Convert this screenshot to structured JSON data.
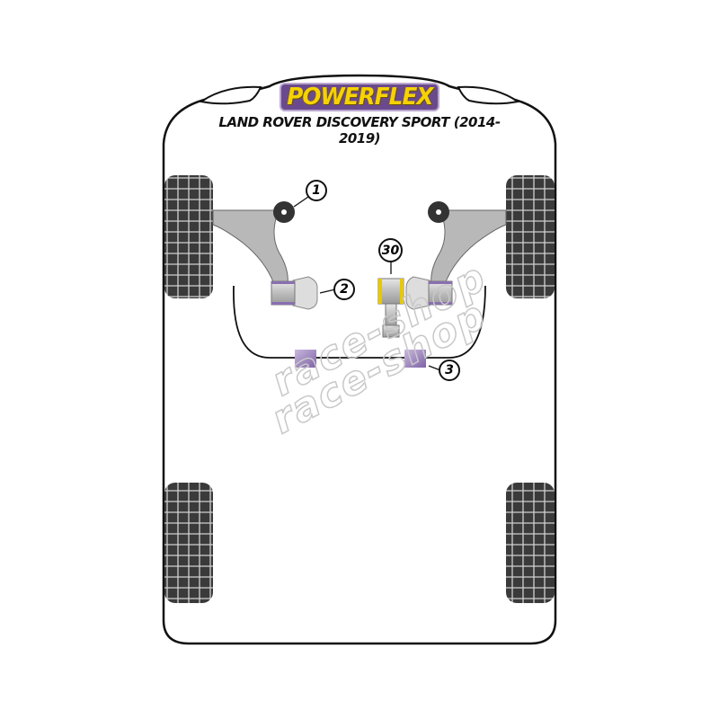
{
  "logo": {
    "text": "POWERFLEX",
    "bg_color": "#6a4a8c",
    "text_color": "#f6d200"
  },
  "title": "LAND ROVER DISCOVERY SPORT  (2014-2019)",
  "callouts": [
    {
      "label": "1",
      "part": "front-arm-front-bush"
    },
    {
      "label": "2",
      "part": "front-arm-rear-bush"
    },
    {
      "label": "30",
      "part": "engine-mount"
    },
    {
      "label": "3",
      "part": "anti-roll-bar-bush"
    }
  ],
  "watermark": {
    "text": "race-shop"
  },
  "colors": {
    "bush": "#a58fc4",
    "mount_yellow": "#e8c800",
    "tyre": "#444444"
  }
}
